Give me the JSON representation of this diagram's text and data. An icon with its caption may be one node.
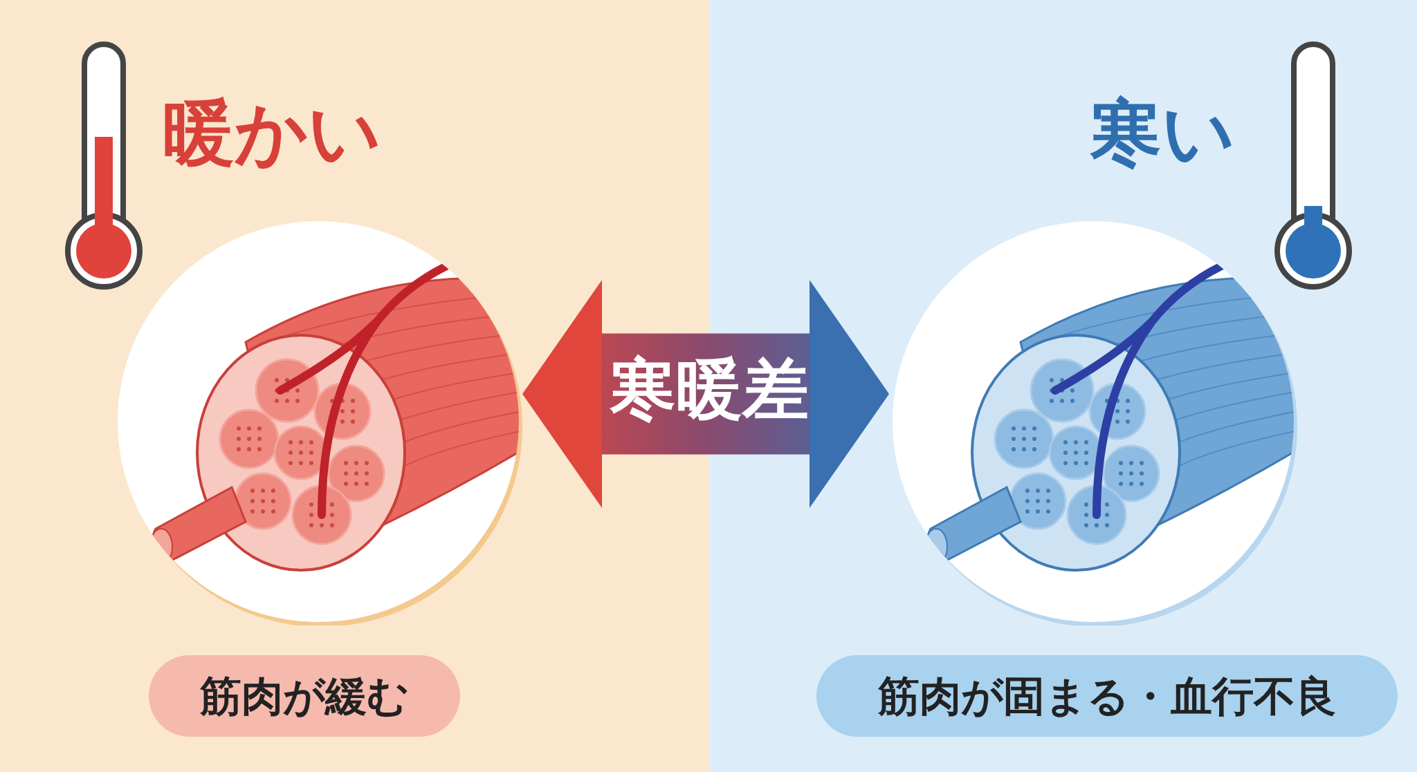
{
  "diagram": {
    "nodes": [
      {
        "text": [],
        "shape": "picture"
      },
      {
        "text": [],
        "shape": "picture"
      },
      {
        "text": [
          "筋肉が緩む"
        ]
      },
      {
        "text": [
          "筋肉が固まる・血行不良"
        ]
      }
    ],
    "edges": [
      {
        "from": 0,
        "to": 1,
        "arrow": "both",
        "label": "寒暖差",
        "style": "thick"
      }
    ],
    "labels": [
      "暖かい",
      "寒い"
    ]
  }
}
